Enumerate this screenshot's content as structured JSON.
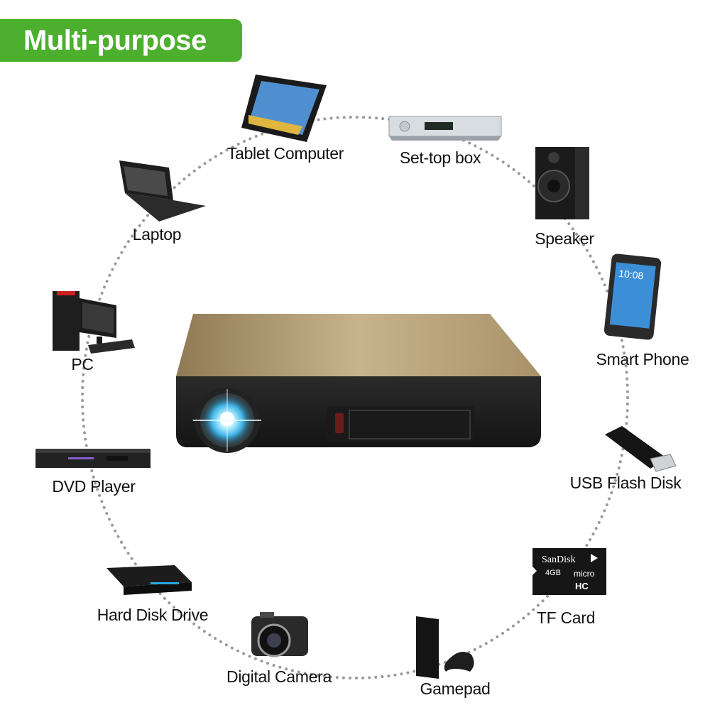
{
  "banner": {
    "title": "Multi-purpose"
  },
  "colors": {
    "accent": "#4caf2e",
    "dots": "#9a9a9a"
  },
  "devices": [
    {
      "id": "tablet-computer",
      "label": "Tablet Computer"
    },
    {
      "id": "set-top-box",
      "label": "Set-top box"
    },
    {
      "id": "speaker",
      "label": "Speaker"
    },
    {
      "id": "smart-phone",
      "label": "Smart Phone"
    },
    {
      "id": "usb-flash-disk",
      "label": "USB Flash Disk"
    },
    {
      "id": "tf-card",
      "label": "TF Card"
    },
    {
      "id": "gamepad",
      "label": "Gamepad"
    },
    {
      "id": "digital-camera",
      "label": "Digital Camera"
    },
    {
      "id": "hard-disk-drive",
      "label": "Hard Disk Drive"
    },
    {
      "id": "dvd-player",
      "label": "DVD Player"
    },
    {
      "id": "pc",
      "label": "PC"
    },
    {
      "id": "laptop",
      "label": "Laptop"
    }
  ],
  "card": {
    "brand": "SanDisk",
    "capacity": "4GB",
    "type": "micro",
    "class": "HC"
  },
  "phone": {
    "time": "10:08"
  }
}
